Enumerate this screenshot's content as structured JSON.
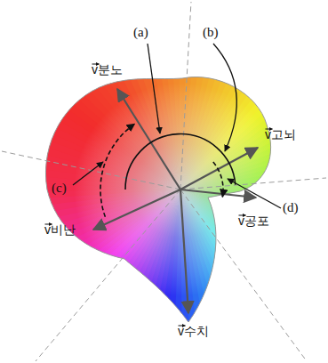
{
  "diagram": {
    "labels": [
      "(a)",
      "(b)",
      "v분노",
      "v고뇌",
      "(c)",
      "(d)",
      "v공포",
      "v비난",
      "v수치"
    ]
  }
}
